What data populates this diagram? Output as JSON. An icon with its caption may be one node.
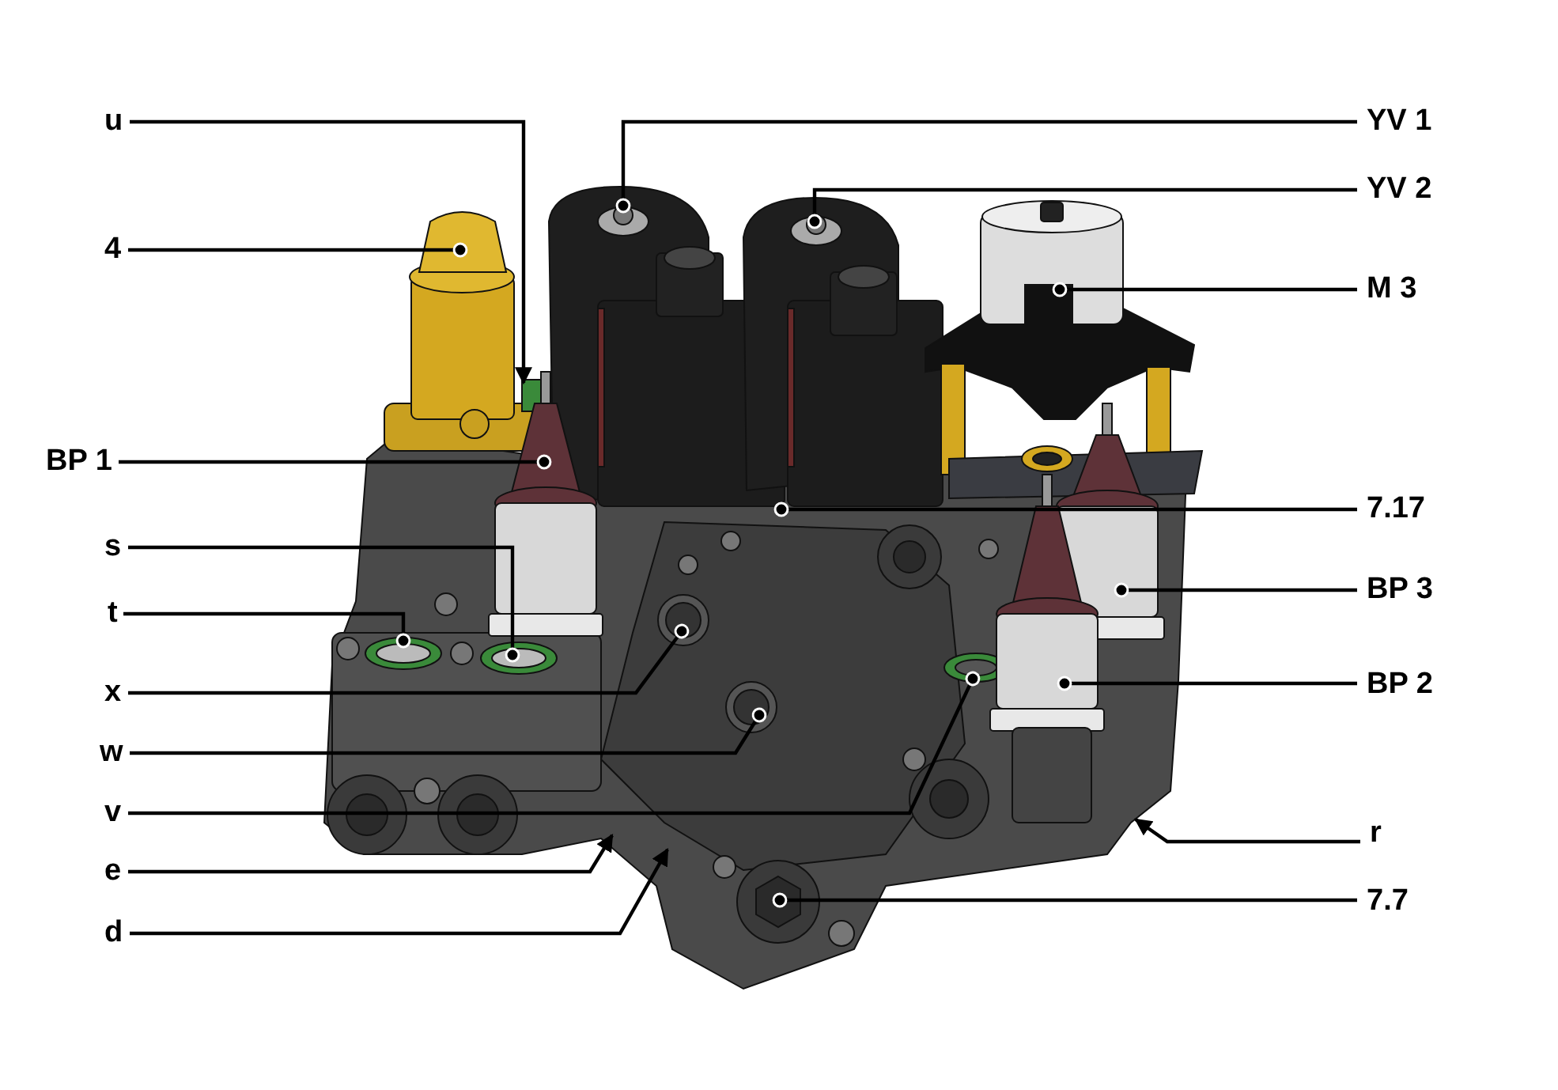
{
  "diagram": {
    "nodes": [
      {
        "text": [
          "u"
        ]
      },
      {
        "text": [
          "4"
        ]
      },
      {
        "text": [
          "BP 1"
        ]
      },
      {
        "text": [
          "s"
        ]
      },
      {
        "text": [
          "t"
        ]
      },
      {
        "text": [
          "x"
        ]
      },
      {
        "text": [
          "w"
        ]
      },
      {
        "text": [
          "v"
        ]
      },
      {
        "text": [
          "e"
        ]
      },
      {
        "text": [
          "d"
        ]
      },
      {
        "text": [
          "YV 1"
        ]
      },
      {
        "text": [
          "YV 2"
        ]
      },
      {
        "text": [
          "M 3"
        ]
      },
      {
        "text": [
          "7.17"
        ]
      },
      {
        "text": [
          "BP 3"
        ]
      },
      {
        "text": [
          "BP 2"
        ]
      },
      {
        "text": [
          "r"
        ]
      },
      {
        "text": [
          "7.7"
        ]
      }
    ],
    "edges": [
      {
        "from": 0,
        "to": null,
        "arrow": "to"
      },
      {
        "from": 1,
        "to": null,
        "arrow": "other"
      },
      {
        "from": 2,
        "to": null,
        "arrow": "other"
      },
      {
        "from": 3,
        "to": null,
        "arrow": "other"
      },
      {
        "from": 4,
        "to": null,
        "arrow": "other"
      },
      {
        "from": 5,
        "to": null,
        "arrow": "other"
      },
      {
        "from": 6,
        "to": null,
        "arrow": "other"
      },
      {
        "from": 7,
        "to": null,
        "arrow": "other"
      },
      {
        "from": 8,
        "to": null,
        "arrow": "to"
      },
      {
        "from": 9,
        "to": null,
        "arrow": "to"
      },
      {
        "from": 10,
        "to": null,
        "arrow": "other"
      },
      {
        "from": 11,
        "to": null,
        "arrow": "other"
      },
      {
        "from": 12,
        "to": null,
        "arrow": "other"
      },
      {
        "from": 13,
        "to": null,
        "arrow": "other"
      },
      {
        "from": 14,
        "to": null,
        "arrow": "other"
      },
      {
        "from": 15,
        "to": null,
        "arrow": "other"
      },
      {
        "from": 16,
        "to": null,
        "arrow": "to"
      },
      {
        "from": 17,
        "to": null,
        "arrow": "other"
      }
    ]
  }
}
